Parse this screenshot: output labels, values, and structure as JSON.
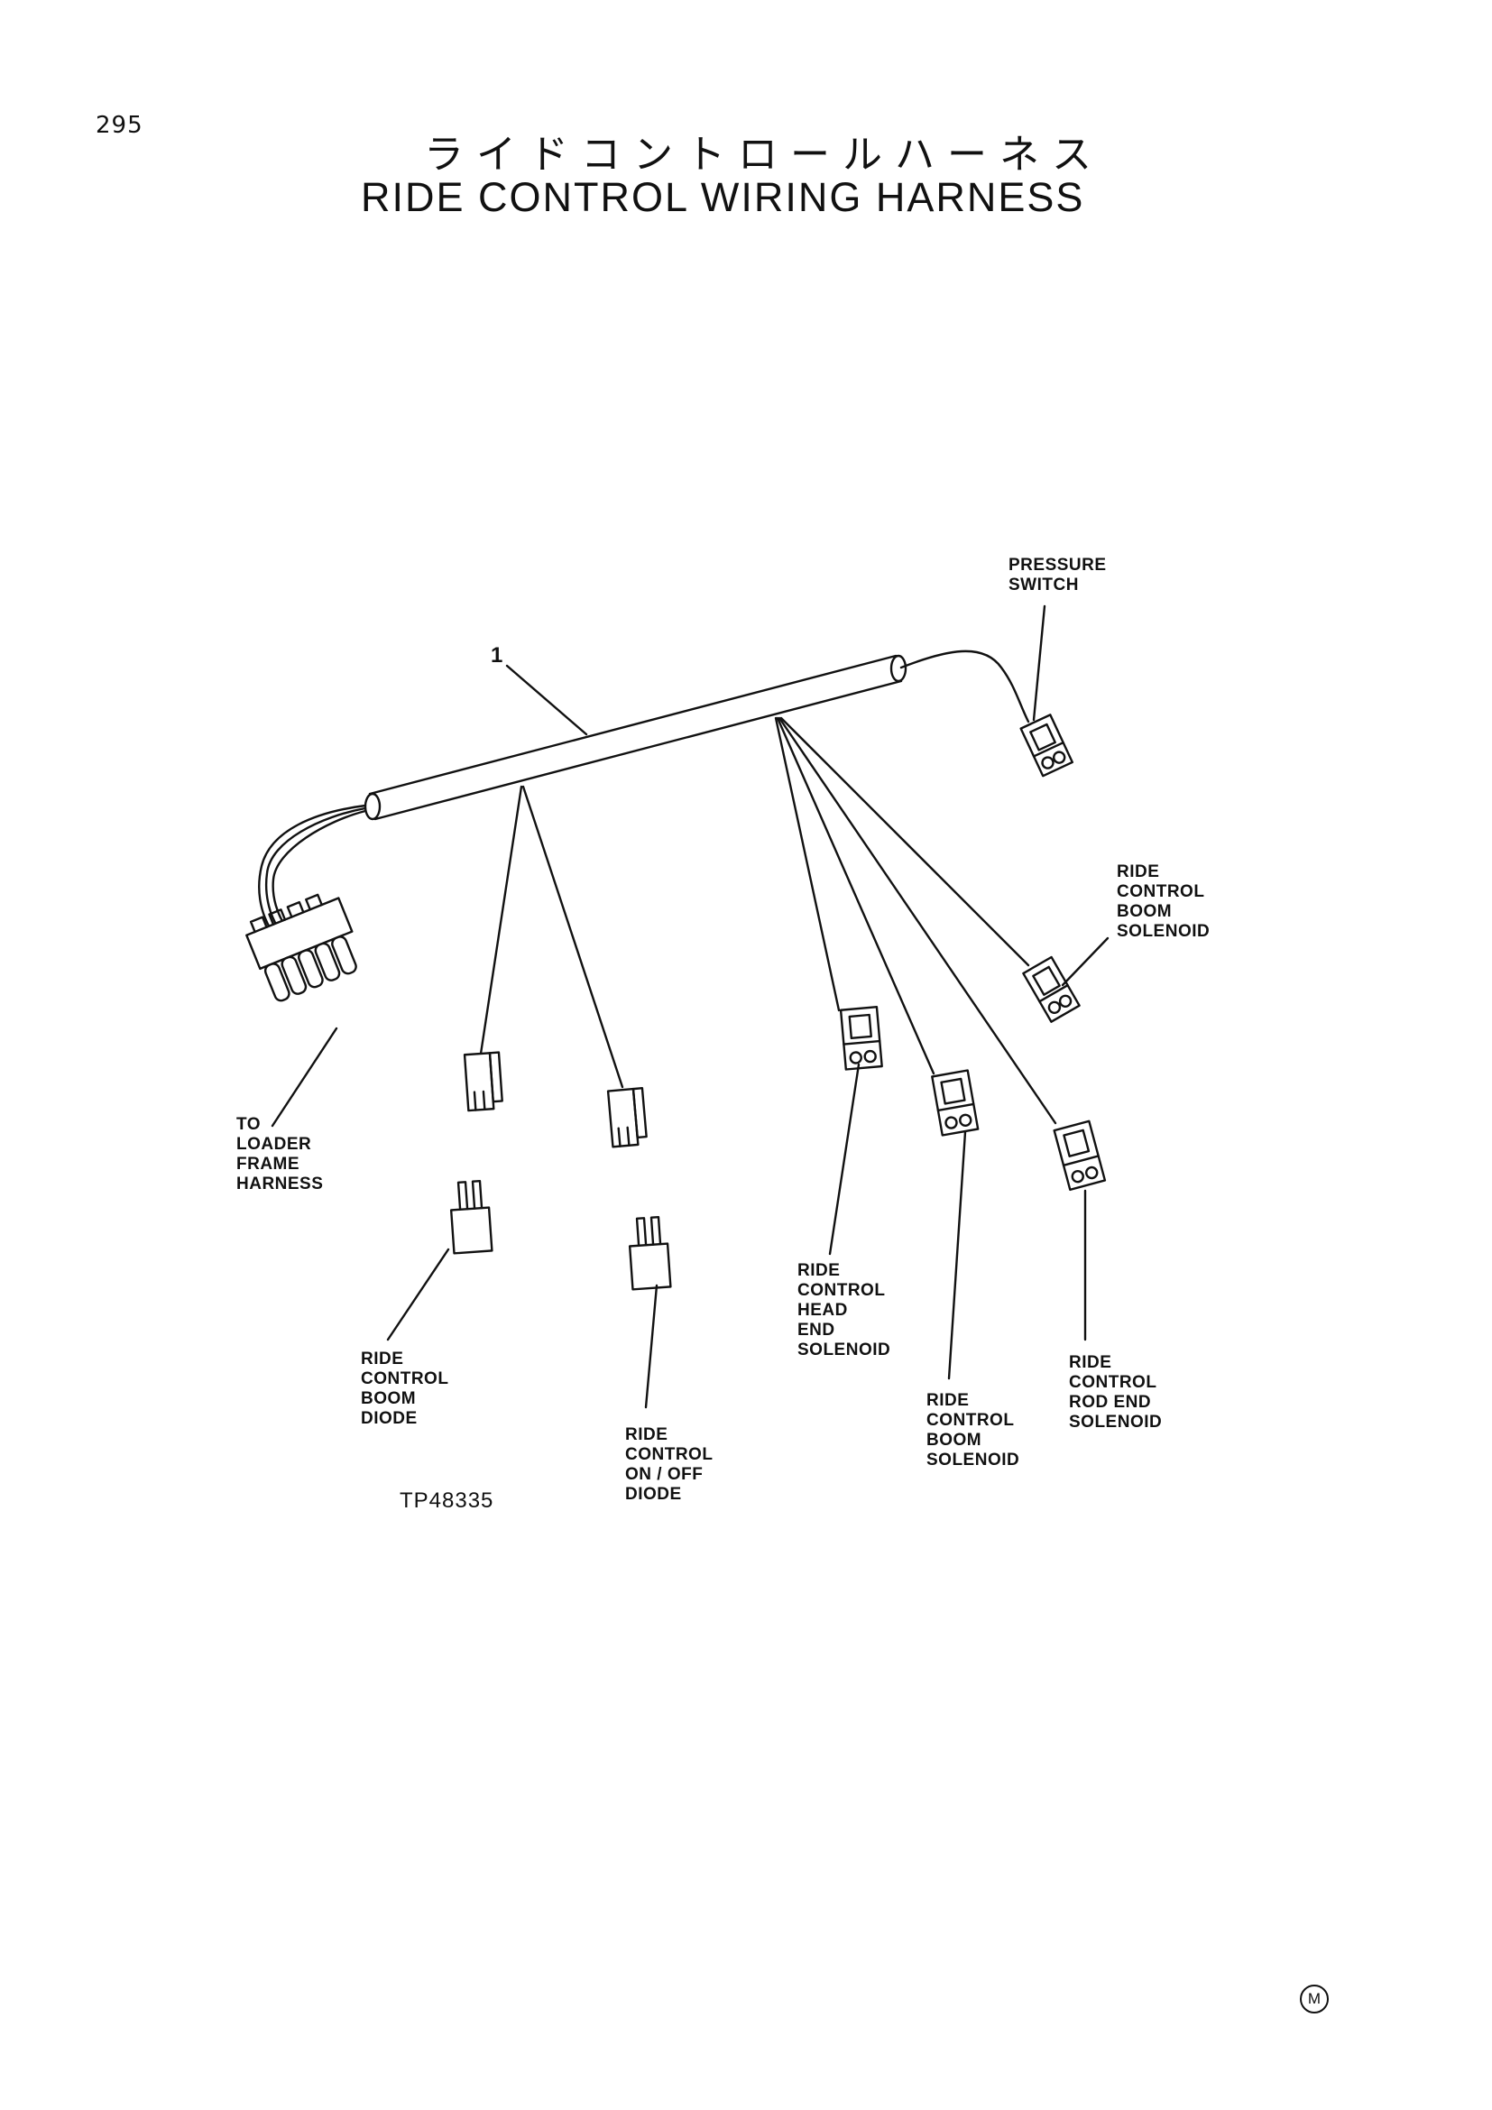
{
  "page_number": "295",
  "title_japanese": "ライドコントロールハーネス",
  "title_english": "RIDE CONTROL WIRING HARNESS",
  "part_callout": "1",
  "labels": {
    "pressure_switch": "PRESSURE\nSWITCH",
    "boom_solenoid_upper": "RIDE\nCONTROL\nBOOM\nSOLENOID",
    "loader_frame": "TO\nLOADER\nFRAME\nHARNESS",
    "head_end": "RIDE\nCONTROL\nHEAD\nEND\nSOLENOID",
    "boom_diode": "RIDE\nCONTROL\nBOOM\nDIODE",
    "rod_end": "RIDE\nCONTROL\nROD END\nSOLENOID",
    "boom_solenoid_lower": "RIDE\nCONTROL\nBOOM\nSOLENOID",
    "on_off_diode": "RIDE\nCONTROL\nON / OFF\nDIODE"
  },
  "drawing_number": "TP48335",
  "corner_mark": "M"
}
